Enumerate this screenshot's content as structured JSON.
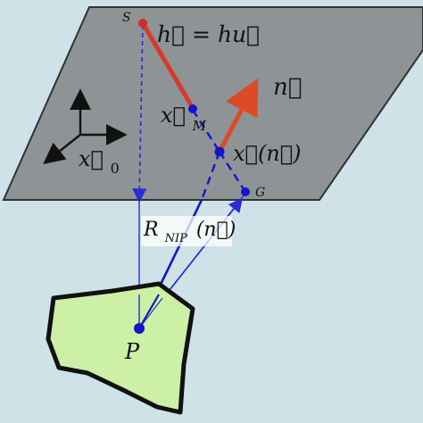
{
  "diagram": {
    "labels": {
      "s_point": "S",
      "h_vector": "h⃗ = hu⃗",
      "n_vector": "n⃗",
      "x_m_base": "x⃗",
      "x_m_sub": "M",
      "x_n": "x⃗(n⃗)",
      "g_point": "G",
      "r_nip_base": "R",
      "r_nip_sub": "NIP",
      "r_nip_arg": "(n⃗)",
      "p_point": "P",
      "x0_base": "x⃗",
      "x0_sub": "0"
    },
    "colors": {
      "background": "#cfe2e8",
      "plane_fill": "#8e9396",
      "plane_stroke": "#2f3234",
      "blob_fill": "#ccf0a6",
      "blob_stroke": "#111111",
      "ray_blue": "#2b2bd6",
      "dark_blue": "#1515c8",
      "red": "#d63a2a",
      "orange_red": "#dc4a26",
      "point_red": "#d32a2a",
      "axis_black": "#111111"
    }
  }
}
